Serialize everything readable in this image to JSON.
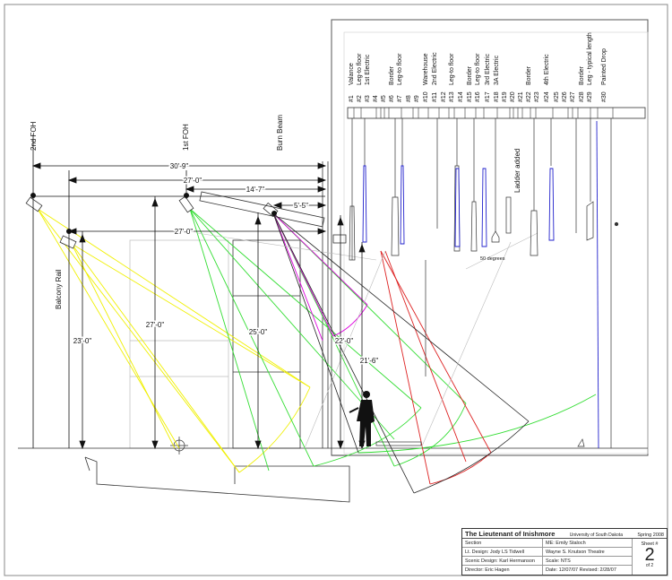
{
  "positions": {
    "second_foh": "2nd FOH",
    "first_foh": "1st FOH",
    "burn_beam": "Burn Beam",
    "balcony_rail": "Balcony Rail"
  },
  "dimensions": {
    "horizontal": [
      "30'-9\"",
      "27'-0\"",
      "14'-7\"",
      "5'-5\"",
      "27'-0\""
    ],
    "vertical": [
      "23'-0\"",
      "27'-0\"",
      "25'-0\"",
      "22'-0\"",
      "21'-6\""
    ]
  },
  "annotations": {
    "ladder": "Ladder added",
    "angle": "50 degrees"
  },
  "linesets": [
    {
      "num": "#1",
      "label": "Valance"
    },
    {
      "num": "#2",
      "label": "Leg-to floor"
    },
    {
      "num": "#3",
      "label": "1st Electric"
    },
    {
      "num": "#4",
      "label": ""
    },
    {
      "num": "#5",
      "label": ""
    },
    {
      "num": "#6",
      "label": "Border"
    },
    {
      "num": "#7",
      "label": "Leg-to floor"
    },
    {
      "num": "#8",
      "label": ""
    },
    {
      "num": "#9",
      "label": ""
    },
    {
      "num": "#10",
      "label": "Warehouse"
    },
    {
      "num": "#11",
      "label": "2nd Electric"
    },
    {
      "num": "#12",
      "label": ""
    },
    {
      "num": "#13",
      "label": "Leg-to floor"
    },
    {
      "num": "#14",
      "label": ""
    },
    {
      "num": "#15",
      "label": "Border"
    },
    {
      "num": "#16",
      "label": "Leg-to floor"
    },
    {
      "num": "#17",
      "label": "3rd Electric"
    },
    {
      "num": "#18",
      "label": "3A Electric"
    },
    {
      "num": "#19",
      "label": ""
    },
    {
      "num": "#20",
      "label": ""
    },
    {
      "num": "#21",
      "label": ""
    },
    {
      "num": "#22",
      "label": "Border"
    },
    {
      "num": "#23",
      "label": ""
    },
    {
      "num": "#24",
      "label": "4th Electric"
    },
    {
      "num": "#25",
      "label": ""
    },
    {
      "num": "#26",
      "label": ""
    },
    {
      "num": "#27",
      "label": ""
    },
    {
      "num": "#28",
      "label": "Border"
    },
    {
      "num": "#29",
      "label": "Leg - typical length"
    },
    {
      "num": "#30",
      "label": "Painted Drop"
    }
  ],
  "colors": {
    "yellow_beam": "#f0f000",
    "green_beam": "#33dd33",
    "magenta_beam": "#dd00dd",
    "red_beam": "#dd2222",
    "blue_pipe": "#2222cc",
    "black_beam": "#222222"
  },
  "title_block": {
    "title": "The Lieutenant of Inishmore",
    "university": "University of South Dakota",
    "semester": "Spring 2008",
    "section": "Section",
    "lighting_design": "Lt. Design: Jody LS Tidwell",
    "scenic_design": "Scenic Design: Karl Hermanson",
    "director": "Director:  Eric Hagen",
    "me": "ME:  Emily Staloch",
    "theatre": "Wayne S. Knutson Theatre",
    "scale": "Scale: NTS",
    "date": "Date: 12/07/07   Revised: 2/28/07",
    "sheet_label": "Sheet #",
    "sheet_num": "2",
    "sheet_of": "of  2"
  }
}
